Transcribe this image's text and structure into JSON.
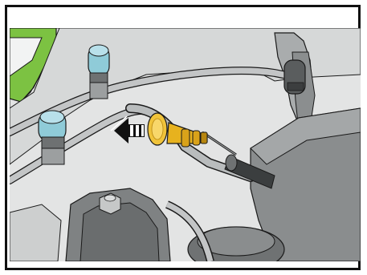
{
  "figure": {
    "parts": [
      {
        "name": "dipstick-handle",
        "color": "#E7B21E"
      },
      {
        "name": "dipstick-tube",
        "color": "#B9BCBD"
      },
      {
        "name": "vacuum-cap-top",
        "color": "#8FCBD8"
      },
      {
        "name": "vacuum-cap-bottom",
        "color": "#8FCBD8"
      },
      {
        "name": "removal-direction-arrow",
        "color": "#111111"
      },
      {
        "name": "green-panel",
        "color": "#7CC242"
      }
    ],
    "colors": {
      "background_engine": "#E3E4E4",
      "engine_mid": "#CDCFCF",
      "engine_dark": "#7F8283",
      "outline": "#1A1A1A",
      "brass": "#E7B21E",
      "brass_dark": "#B7860F",
      "cap_blue": "#8FCBD8",
      "green": "#7CC242"
    },
    "icons": [
      "removal-direction-arrow-icon"
    ]
  }
}
